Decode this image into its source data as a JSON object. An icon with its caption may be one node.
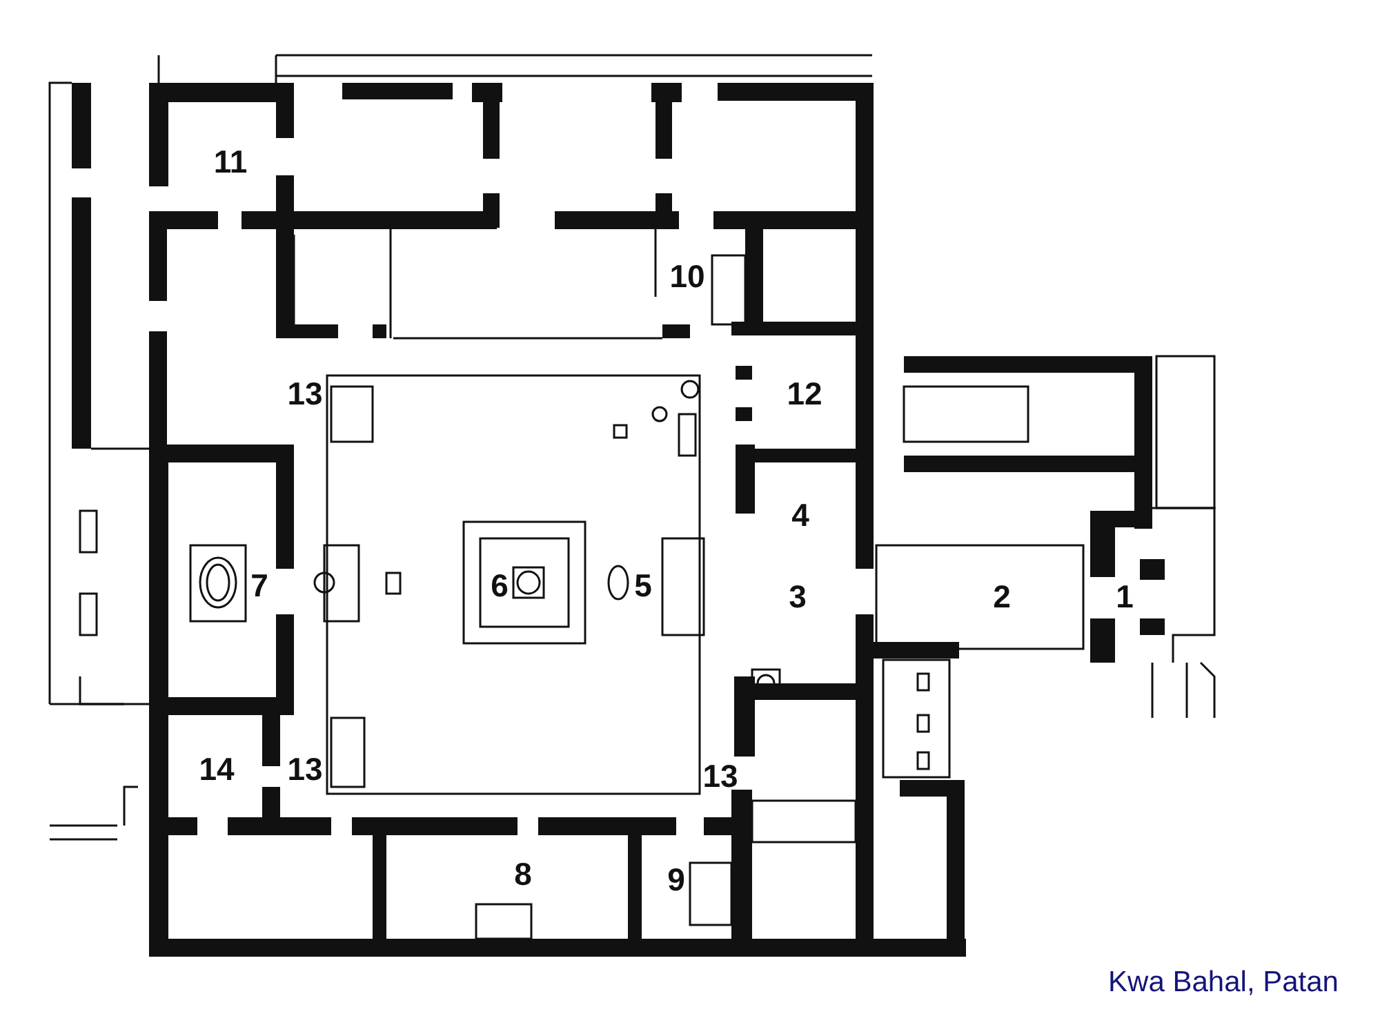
{
  "diagram": {
    "caption": "Kwa Bahal, Patan",
    "labels": [
      "11",
      "10",
      "13",
      "12",
      "4",
      "7",
      "6",
      "5",
      "3",
      "2",
      "1",
      "14",
      "13",
      "13",
      "8",
      "9"
    ]
  }
}
